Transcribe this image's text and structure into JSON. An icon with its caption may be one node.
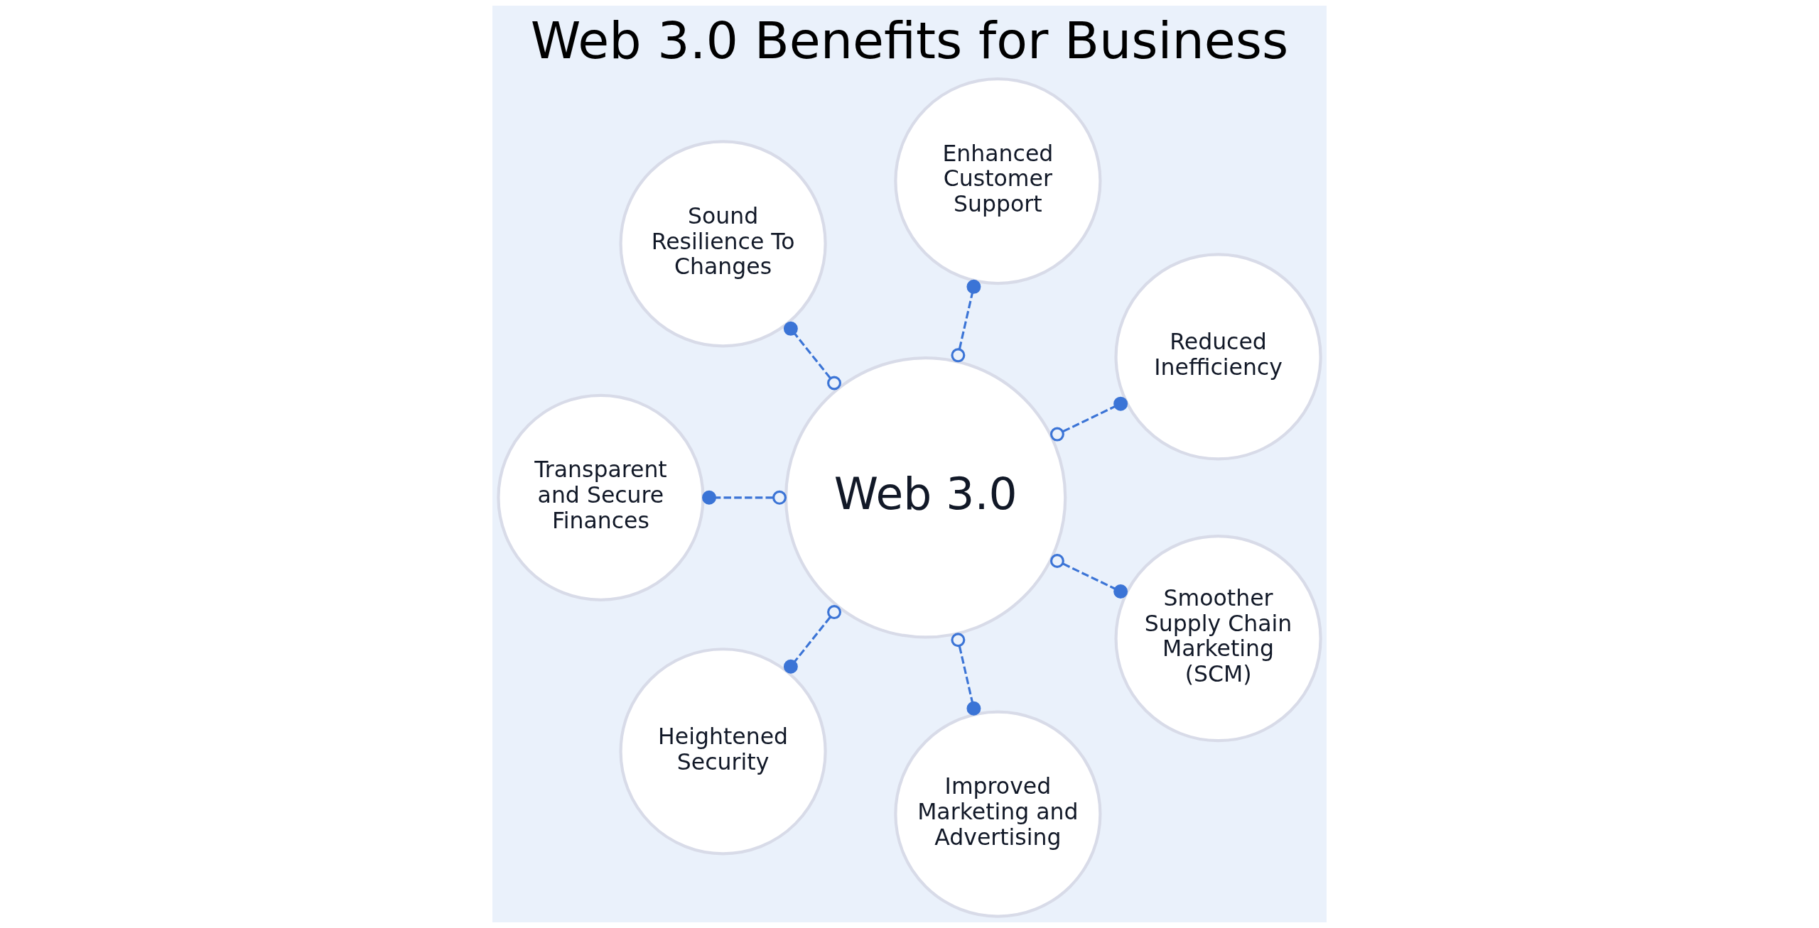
{
  "diagram": {
    "title": "Web 3.0 Benefits for Business",
    "nodes": [
      {
        "text": [
          "Web 3.0"
        ]
      },
      {
        "text": [
          "Reduced Inefficiency"
        ]
      },
      {
        "text": [
          "Enhanced Customer Support"
        ]
      },
      {
        "text": [
          "Sound Resilience To Changes"
        ]
      },
      {
        "text": [
          "Transparent and Secure Finances"
        ]
      },
      {
        "text": [
          "Heightened Security"
        ]
      },
      {
        "text": [
          "Improved Marketing and Advertising"
        ]
      },
      {
        "text": [
          "Smoother Supply Chain Marketing (SCM)"
        ]
      }
    ],
    "edges": [
      {
        "from": 0,
        "to": 1,
        "arrow": "other",
        "style": "dashed"
      },
      {
        "from": 0,
        "to": 2,
        "arrow": "other",
        "style": "dashed"
      },
      {
        "from": 0,
        "to": 3,
        "arrow": "other",
        "style": "dashed"
      },
      {
        "from": 0,
        "to": 4,
        "arrow": "other",
        "style": "dashed"
      },
      {
        "from": 0,
        "to": 5,
        "arrow": "other",
        "style": "dashed"
      },
      {
        "from": 0,
        "to": 7,
        "arrow": "other",
        "style": "dashed"
      },
      {
        "from": 0,
        "to": 6,
        "arrow": "other",
        "style": "dashed"
      }
    ]
  }
}
